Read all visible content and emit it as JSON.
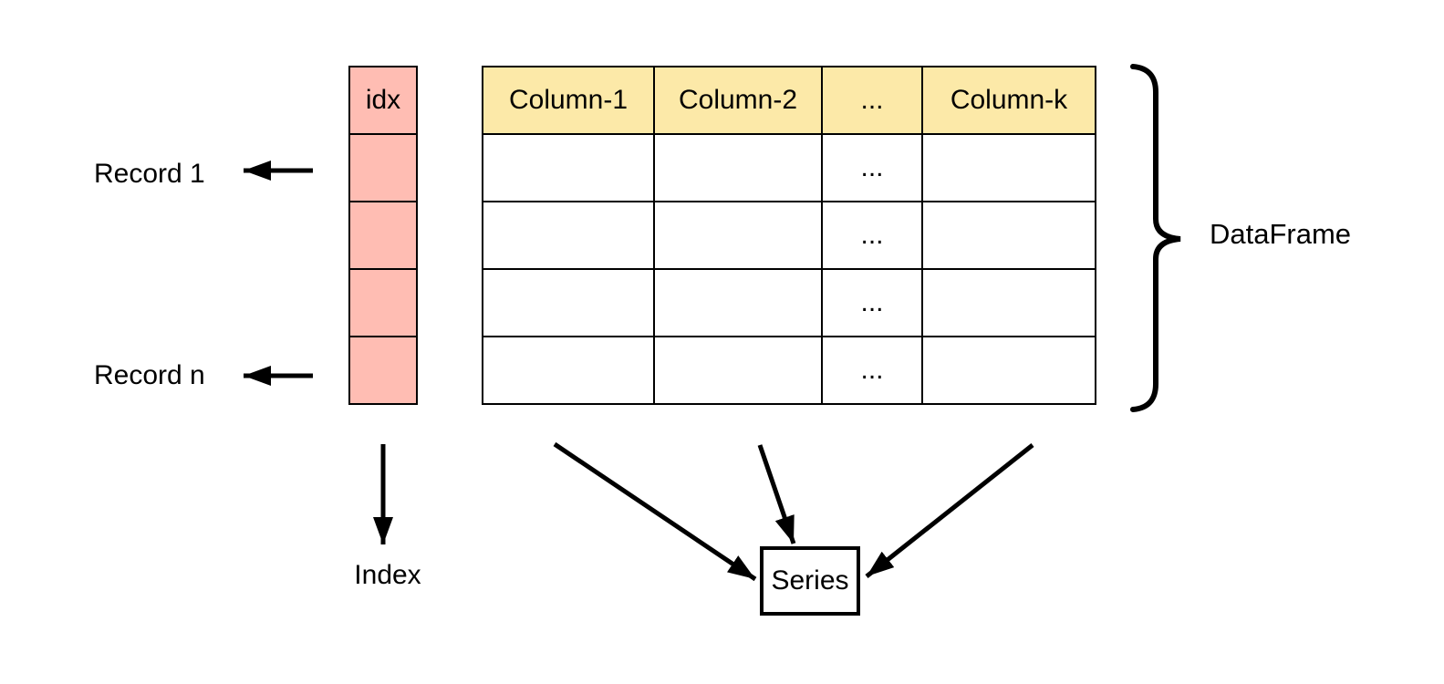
{
  "colors": {
    "index_fill": "#ffbdb3",
    "header_fill": "#fce9a8",
    "line": "#000000",
    "background": "#ffffff"
  },
  "index_column": {
    "header": "idx",
    "label": "Index",
    "row_count": 4
  },
  "dataframe_table": {
    "headers": [
      "Column-1",
      "Column-2",
      "...",
      "Column-k"
    ],
    "ellipsis": "...",
    "row_count": 4
  },
  "labels": {
    "record_first": "Record 1",
    "record_last": "Record n",
    "dataframe": "DataFrame",
    "series": "Series"
  }
}
